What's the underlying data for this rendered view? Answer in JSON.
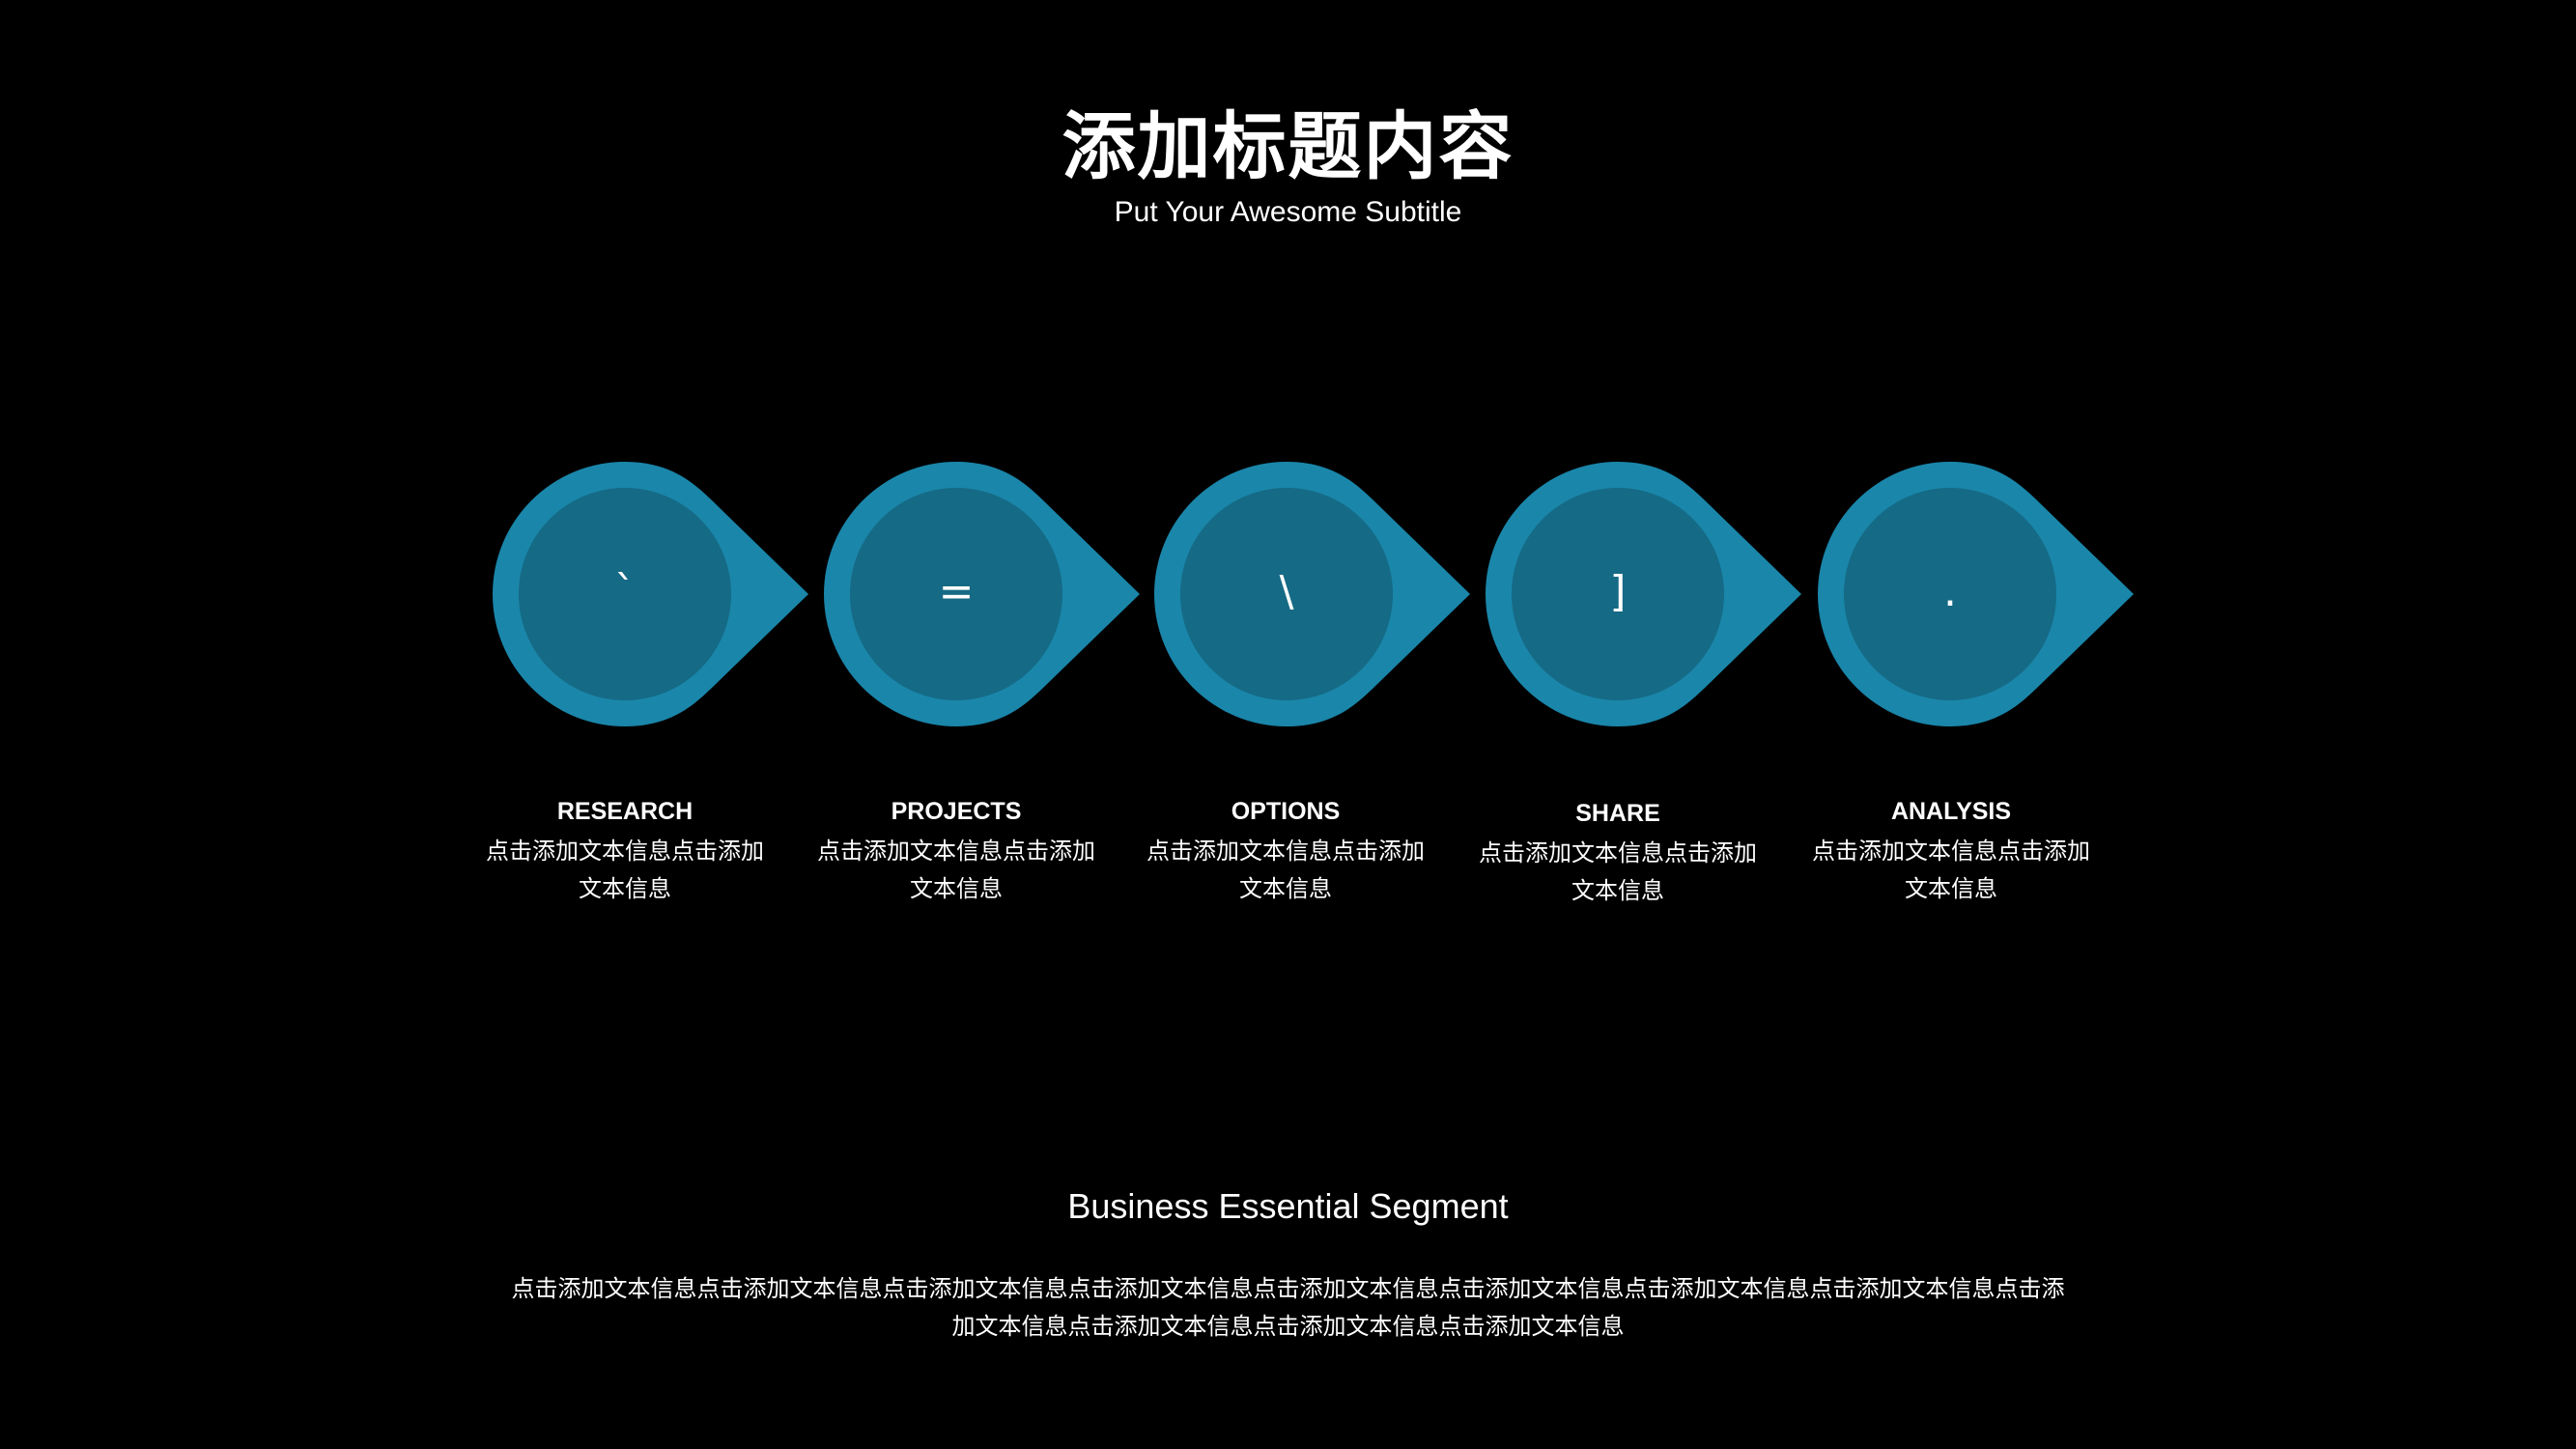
{
  "header": {
    "title": "添加标题内容",
    "subtitle": "Put Your Awesome Subtitle"
  },
  "colors": {
    "background": "#000000",
    "pin_outer": "#1a86aa",
    "pin_inner": "#156a85",
    "text": "#ffffff"
  },
  "steps": [
    {
      "glyph": "`",
      "title": "RESEARCH",
      "text": "点击添加文本信息点击添加文本信息"
    },
    {
      "glyph": "=",
      "title": "PROJECTS",
      "text": "点击添加文本信息点击添加文本信息"
    },
    {
      "glyph": "\\",
      "title": "OPTIONS",
      "text": "点击添加文本信息点击添加文本信息"
    },
    {
      "glyph": "]",
      "title": "SHARE",
      "text": "点击添加文本信息点击添加文本信息"
    },
    {
      "glyph": ".",
      "title": "ANALYSIS",
      "text": "点击添加文本信息点击添加文本信息"
    }
  ],
  "segment": {
    "title": "Business Essential Segment",
    "text": "点击添加文本信息点击添加文本信息点击添加文本信息点击添加文本信息点击添加文本信息点击添加文本信息点击添加文本信息点击添加文本信息点击添加文本信息点击添加文本信息点击添加文本信息点击添加文本信息"
  }
}
